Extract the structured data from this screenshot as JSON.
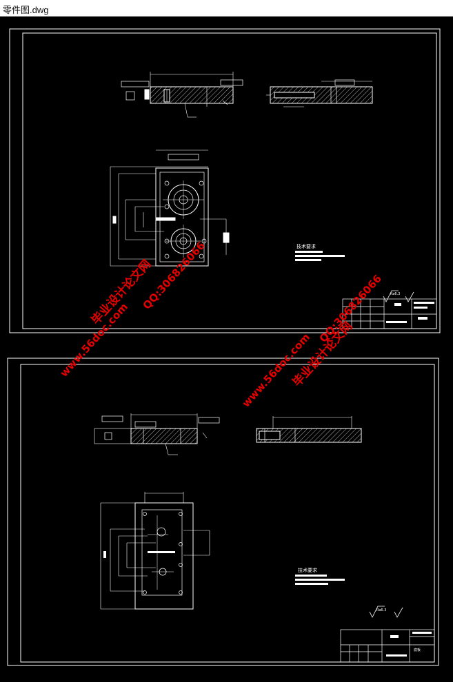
{
  "window": {
    "title": "零件图.dwg"
  },
  "sheets": [
    {
      "tech_title": "技术要求",
      "roughness": "Ra6.3"
    },
    {
      "tech_title": "技术要求",
      "roughness": "Ra6.3",
      "title_text": "底板"
    }
  ],
  "watermarks": [
    {
      "site": "www.56doc.com",
      "qq": "QQ:306826066",
      "brand": "毕业设计论文网"
    },
    {
      "site": "www.56doc.com",
      "qq": "QQ:306826066",
      "brand": "毕业设计论文网"
    }
  ],
  "colors": {
    "background": "#000000",
    "line": "#ffffff",
    "watermark": "#e60000"
  }
}
